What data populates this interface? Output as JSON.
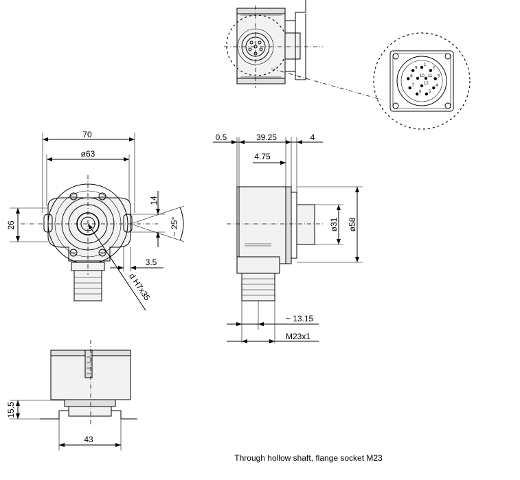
{
  "caption": "Through hollow shaft, flange socket M23",
  "front_view": {
    "dim_width_total": "70",
    "dim_flange_diameter": "ø63",
    "dim_height_left": "26",
    "dim_slot_width": "14",
    "dim_slot_angle": "~ 25°",
    "dim_offset": "3.5",
    "dim_shaft": "d H7x35"
  },
  "side_view": {
    "dim_a": "0.5",
    "dim_b": "39.25",
    "dim_c": "4",
    "dim_d": "4.75",
    "dim_inner_diameter": "ø31",
    "dim_outer_diameter": "ø58",
    "dim_connector_offset": "~ 13.15",
    "dim_thread": "M23x1"
  },
  "bottom_view": {
    "dim_height": "15.5",
    "dim_width": "43"
  },
  "connector_detail": {
    "pin_labels": [
      "1",
      "2",
      "3",
      "4",
      "5",
      "6",
      "7",
      "8",
      "9",
      "10",
      "11",
      "12"
    ]
  }
}
